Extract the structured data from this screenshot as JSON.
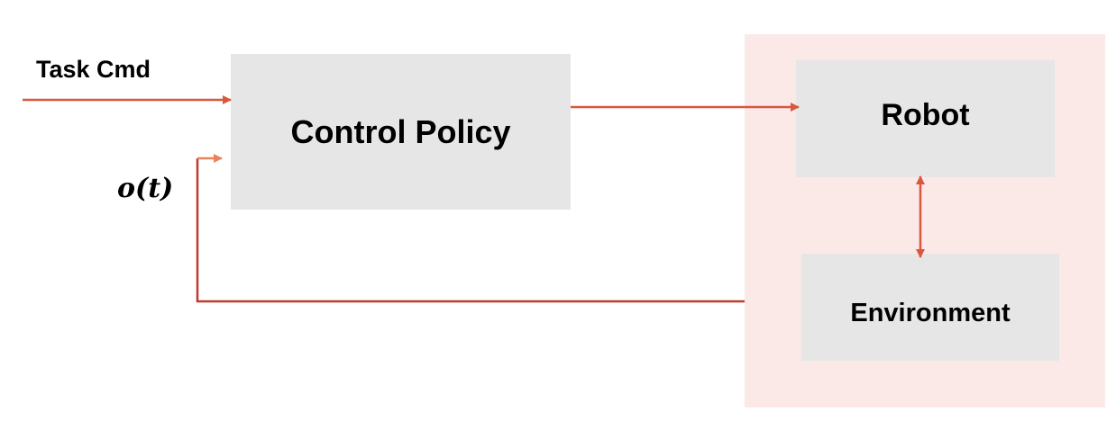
{
  "diagram": {
    "nodes": {
      "control_policy": "Control Policy",
      "robot": "Robot",
      "environment": "Environment"
    },
    "labels": {
      "task_cmd": "Task Cmd",
      "observation": "o(t)"
    },
    "edges": [
      {
        "from": "task_cmd",
        "to": "control_policy",
        "style": "single-arrow"
      },
      {
        "from": "control_policy",
        "to": "robot",
        "style": "single-arrow"
      },
      {
        "from": "robot",
        "to": "environment",
        "style": "double-arrow"
      },
      {
        "from": "environment",
        "to": "control_policy",
        "style": "single-arrow",
        "label": "observation"
      }
    ],
    "colors": {
      "arrow_primary": "#d9573d",
      "arrow_feedback": "#c0392b",
      "arrow_observation": "#e8845a",
      "box_fill": "#e6e6e6",
      "group_fill": "#fbe9e7"
    }
  }
}
